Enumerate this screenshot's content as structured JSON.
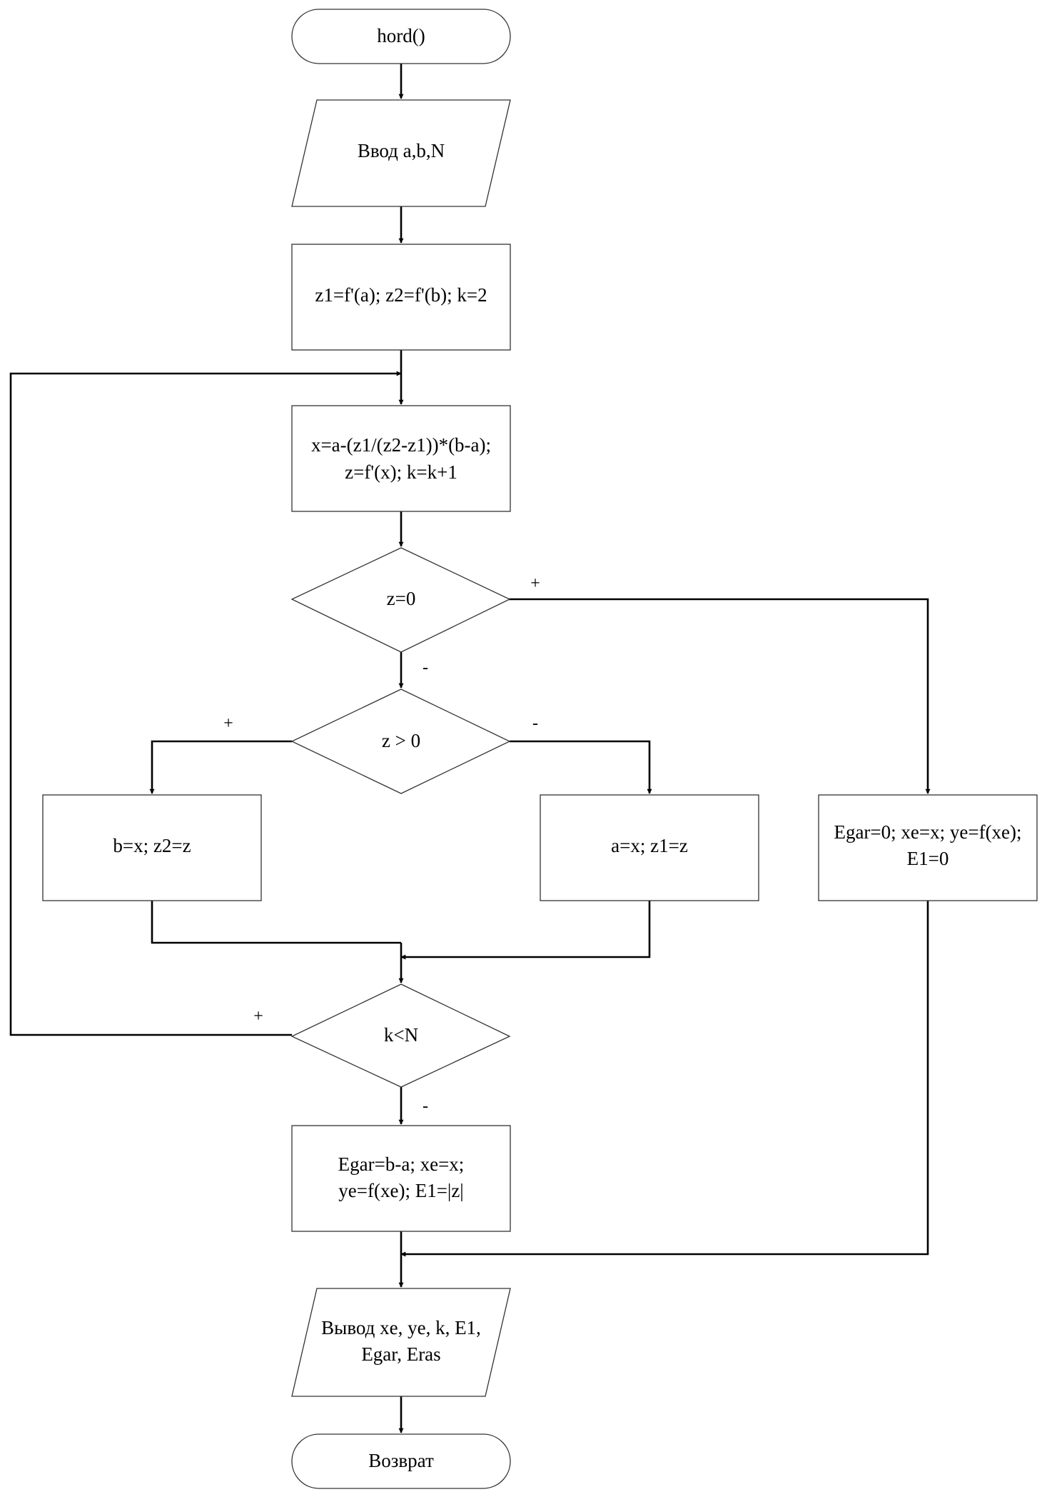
{
  "blocks": {
    "start": "hord()",
    "input": "Ввод a,b,N",
    "init": "z1=f'(a); z2=f'(b); k=2",
    "compute_1": "x=a-(z1/(z2-z1))*(b-a);",
    "compute_2": "z=f'(x); k=k+1",
    "cond_zero": "z=0",
    "cond_pos": "z > 0",
    "assign_b": "b=x; z2=z",
    "assign_a": "a=x; z1=z",
    "found_1": "Egar=0; xe=x; ye=f(xe);",
    "found_2": "E1=0",
    "cond_loop": "k<N",
    "result_1": "Egar=b-a; xe=x;",
    "result_2": "ye=f(xe); E1=|z|",
    "output_1": "Вывод xe, ye, k, E1,",
    "output_2": "Egar, Eras",
    "end": "Возврат"
  },
  "branch_labels": {
    "zero_yes": "+",
    "zero_no": "-",
    "pos_yes": "+",
    "pos_no": "-",
    "loop_yes": "+",
    "loop_no": "-"
  }
}
